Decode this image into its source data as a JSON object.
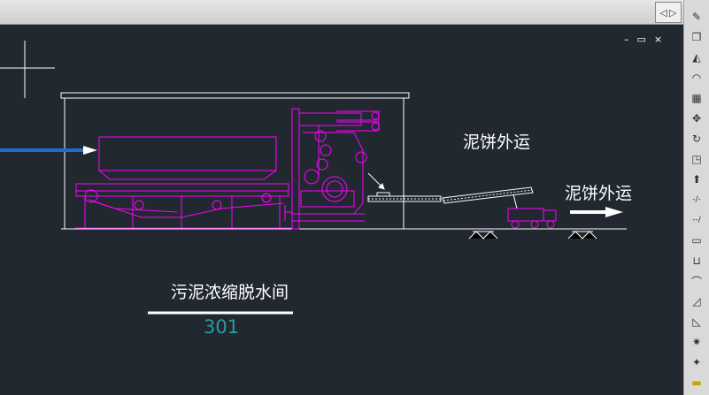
{
  "nav": {
    "left_glyph": "◁",
    "right_glyph": "▷"
  },
  "viewport_controls": {
    "minimize": "–",
    "restore": "▭",
    "close": "×"
  },
  "drawing": {
    "label_cake_transport_top": "泥饼外运",
    "label_cake_transport_right": "泥饼外运",
    "room_title": "污泥浓缩脱水间",
    "room_number": "301"
  },
  "colors": {
    "background": "#212830",
    "equipment": "#ff00ff",
    "building_lines": "#ffffff",
    "inlet_pipe": "#1b6fd1",
    "room_number": "#2a9aa0"
  },
  "toolbar": {
    "tools": [
      {
        "name": "erase",
        "glyph": "✎"
      },
      {
        "name": "copy",
        "glyph": "❐"
      },
      {
        "name": "mirror",
        "glyph": "◭"
      },
      {
        "name": "offset",
        "glyph": "◠"
      },
      {
        "name": "array",
        "glyph": "▦"
      },
      {
        "name": "move",
        "glyph": "✥"
      },
      {
        "name": "rotate",
        "glyph": "↻"
      },
      {
        "name": "scale",
        "glyph": "◳"
      },
      {
        "name": "stretch",
        "glyph": "⬆"
      },
      {
        "name": "trim",
        "glyph": "-/-"
      },
      {
        "name": "extend",
        "glyph": "--/"
      },
      {
        "name": "break",
        "glyph": "▭"
      },
      {
        "name": "join",
        "glyph": "⊔"
      },
      {
        "name": "chamfer",
        "glyph": "⌒"
      },
      {
        "name": "fillet",
        "glyph": "◿"
      },
      {
        "name": "blend",
        "glyph": "◺"
      },
      {
        "name": "explode",
        "glyph": "✷"
      },
      {
        "name": "properties",
        "glyph": "✦"
      },
      {
        "name": "layer",
        "glyph": "▬"
      }
    ]
  }
}
